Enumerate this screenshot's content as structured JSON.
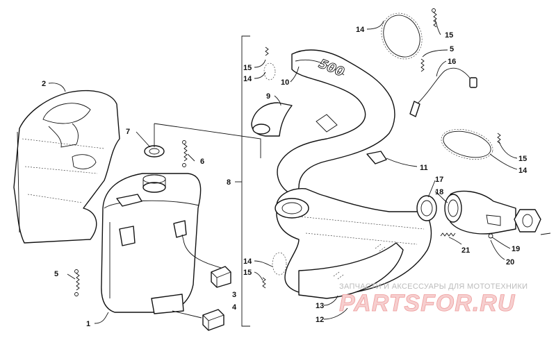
{
  "callouts": {
    "c1": "1",
    "c2": "2",
    "c3": "3",
    "c4": "4",
    "c5a": "5",
    "c5b": "5",
    "c6": "6",
    "c7": "7",
    "c8": "8",
    "c9": "9",
    "c10": "10",
    "c11": "11",
    "c12": "12",
    "c13": "13",
    "c14a": "14",
    "c14b": "14",
    "c14c": "14",
    "c14d": "14",
    "c15a": "15",
    "c15b": "15",
    "c15c": "15",
    "c15d": "15",
    "c16": "16",
    "c17": "17",
    "c18": "18",
    "c19": "19",
    "c20": "20",
    "c21": "21"
  },
  "part_marking": "500",
  "watermark": {
    "subtitle": "ЗАПЧАСТИ И АКСЕССУАРЫ ДЛЯ МОТОТЕХНИКИ",
    "logo": "PARTSFOR.RU"
  },
  "colors": {
    "line": "#111111",
    "watermark_fill": "#f6cfcf",
    "watermark_stroke": "#ef9c9c",
    "watermark_text": "#bbbbbb"
  }
}
